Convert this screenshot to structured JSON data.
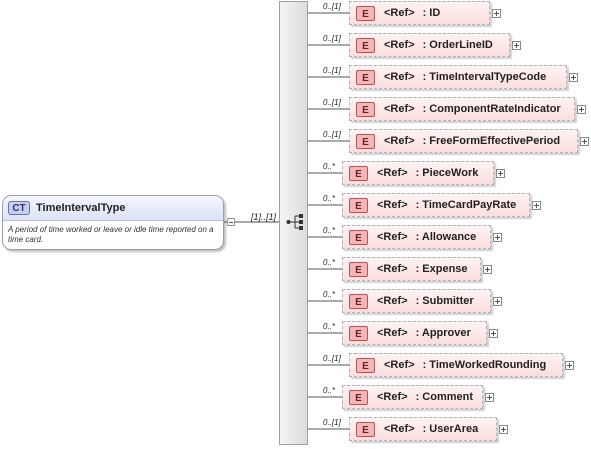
{
  "complex_type": {
    "badge": "CT",
    "name": "TimeIntervalType",
    "documentation": "A period of time worked or leave or idle time reported on a time card."
  },
  "sequence_cardinality": "[1]..[1]",
  "elements": [
    {
      "badge": "E",
      "ref": "<Ref>",
      "name": ": ID",
      "occurs": "0..[1]"
    },
    {
      "badge": "E",
      "ref": "<Ref>",
      "name": ": OrderLineID",
      "occurs": "0..[1]"
    },
    {
      "badge": "E",
      "ref": "<Ref>",
      "name": ": TimeIntervalTypeCode",
      "occurs": "0..[1]"
    },
    {
      "badge": "E",
      "ref": "<Ref>",
      "name": ": ComponentRateIndicator",
      "occurs": "0..[1]"
    },
    {
      "badge": "E",
      "ref": "<Ref>",
      "name": ": FreeFormEffectivePeriod",
      "occurs": "0..[1]"
    },
    {
      "badge": "E",
      "ref": "<Ref>",
      "name": ": PieceWork",
      "occurs": "0..*"
    },
    {
      "badge": "E",
      "ref": "<Ref>",
      "name": ": TimeCardPayRate",
      "occurs": "0..*"
    },
    {
      "badge": "E",
      "ref": "<Ref>",
      "name": ": Allowance",
      "occurs": "0..*"
    },
    {
      "badge": "E",
      "ref": "<Ref>",
      "name": ": Expense",
      "occurs": "0..*"
    },
    {
      "badge": "E",
      "ref": "<Ref>",
      "name": ": Submitter",
      "occurs": "0..*"
    },
    {
      "badge": "E",
      "ref": "<Ref>",
      "name": ": Approver",
      "occurs": "0..*"
    },
    {
      "badge": "E",
      "ref": "<Ref>",
      "name": ": TimeWorkedRounding",
      "occurs": "0..[1]"
    },
    {
      "badge": "E",
      "ref": "<Ref>",
      "name": ": Comment",
      "occurs": "0..*"
    },
    {
      "badge": "E",
      "ref": "<Ref>",
      "name": ": UserArea",
      "occurs": "0..[1]"
    }
  ]
}
